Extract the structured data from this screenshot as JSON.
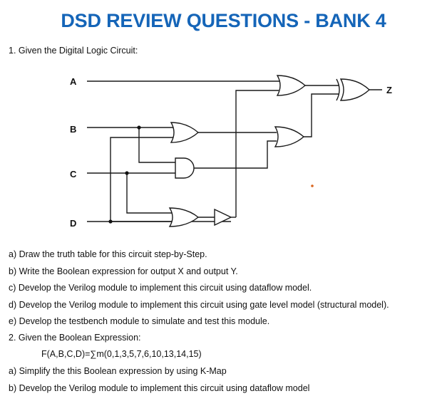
{
  "document": {
    "title": "DSD REVIEW QUESTIONS - BANK 4",
    "q1": {
      "heading": "1. Given the Digital Logic Circuit:",
      "inputs": [
        "A",
        "B",
        "C",
        "D"
      ],
      "output": "Z",
      "parts": [
        "a) Draw the truth table for this circuit step-by-Step.",
        "b) Write the Boolean expression for output X and output Y.",
        "c) Develop the Verilog module to implement this circuit using dataflow model.",
        "d) Develop the Verilog module to implement this circuit using gate level model (structural model).",
        "e) Develop the testbench module to simulate and test this module."
      ]
    },
    "q2": {
      "heading": "2. Given the Boolean Expression:",
      "expression": "F(A,B,C,D)=∑m(0,1,3,5,7,6,10,13,14,15)",
      "parts": [
        "a) Simplify the this Boolean expression by using K-Map",
        "b) Develop the Verilog module to implement this circuit using dataflow model"
      ]
    }
  }
}
